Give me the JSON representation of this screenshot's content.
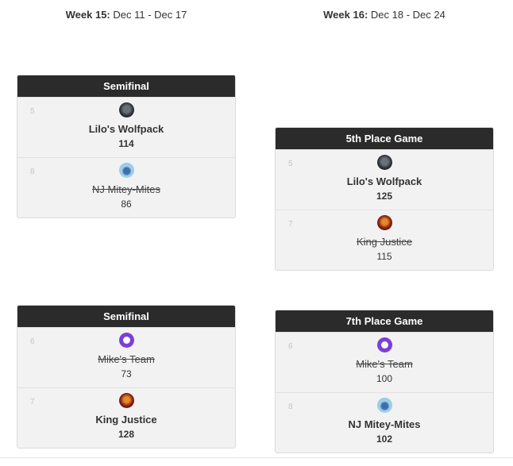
{
  "weeks": [
    {
      "label": "Week 15:",
      "dates": "Dec 11 - Dec 17"
    },
    {
      "label": "Week 16:",
      "dates": "Dec 18 - Dec 24"
    }
  ],
  "matchups": {
    "semi1": {
      "title": "Semifinal",
      "teams": [
        {
          "seed": "5",
          "name": "Lilo's Wolfpack",
          "score": "114",
          "avatar": "wolf-avatar-icon",
          "result": "winner"
        },
        {
          "seed": "8",
          "name": "NJ Mitey-Mites",
          "score": "86",
          "avatar": "mites-avatar-icon",
          "result": "loser"
        }
      ]
    },
    "semi2": {
      "title": "Semifinal",
      "teams": [
        {
          "seed": "6",
          "name": "Mike's Team",
          "score": "73",
          "avatar": "mike-avatar-icon",
          "result": "loser"
        },
        {
          "seed": "7",
          "name": "King Justice",
          "score": "128",
          "avatar": "king-avatar-icon",
          "result": "winner"
        }
      ]
    },
    "fifth": {
      "title": "5th Place Game",
      "teams": [
        {
          "seed": "5",
          "name": "Lilo's Wolfpack",
          "score": "125",
          "avatar": "wolf-avatar-icon",
          "result": "winner"
        },
        {
          "seed": "7",
          "name": "King Justice",
          "score": "115",
          "avatar": "king-avatar-icon",
          "result": "loser"
        }
      ]
    },
    "seventh": {
      "title": "7th Place Game",
      "teams": [
        {
          "seed": "6",
          "name": "Mike's Team",
          "score": "100",
          "avatar": "mike-avatar-icon",
          "result": "loser"
        },
        {
          "seed": "8",
          "name": "NJ Mitey-Mites",
          "score": "102",
          "avatar": "mites-avatar-icon",
          "result": "winner"
        }
      ]
    }
  },
  "colors": {
    "header_bg": "#2b2b2b",
    "card_bg": "#f2f2f2",
    "seed_text": "#c4c4c4"
  }
}
